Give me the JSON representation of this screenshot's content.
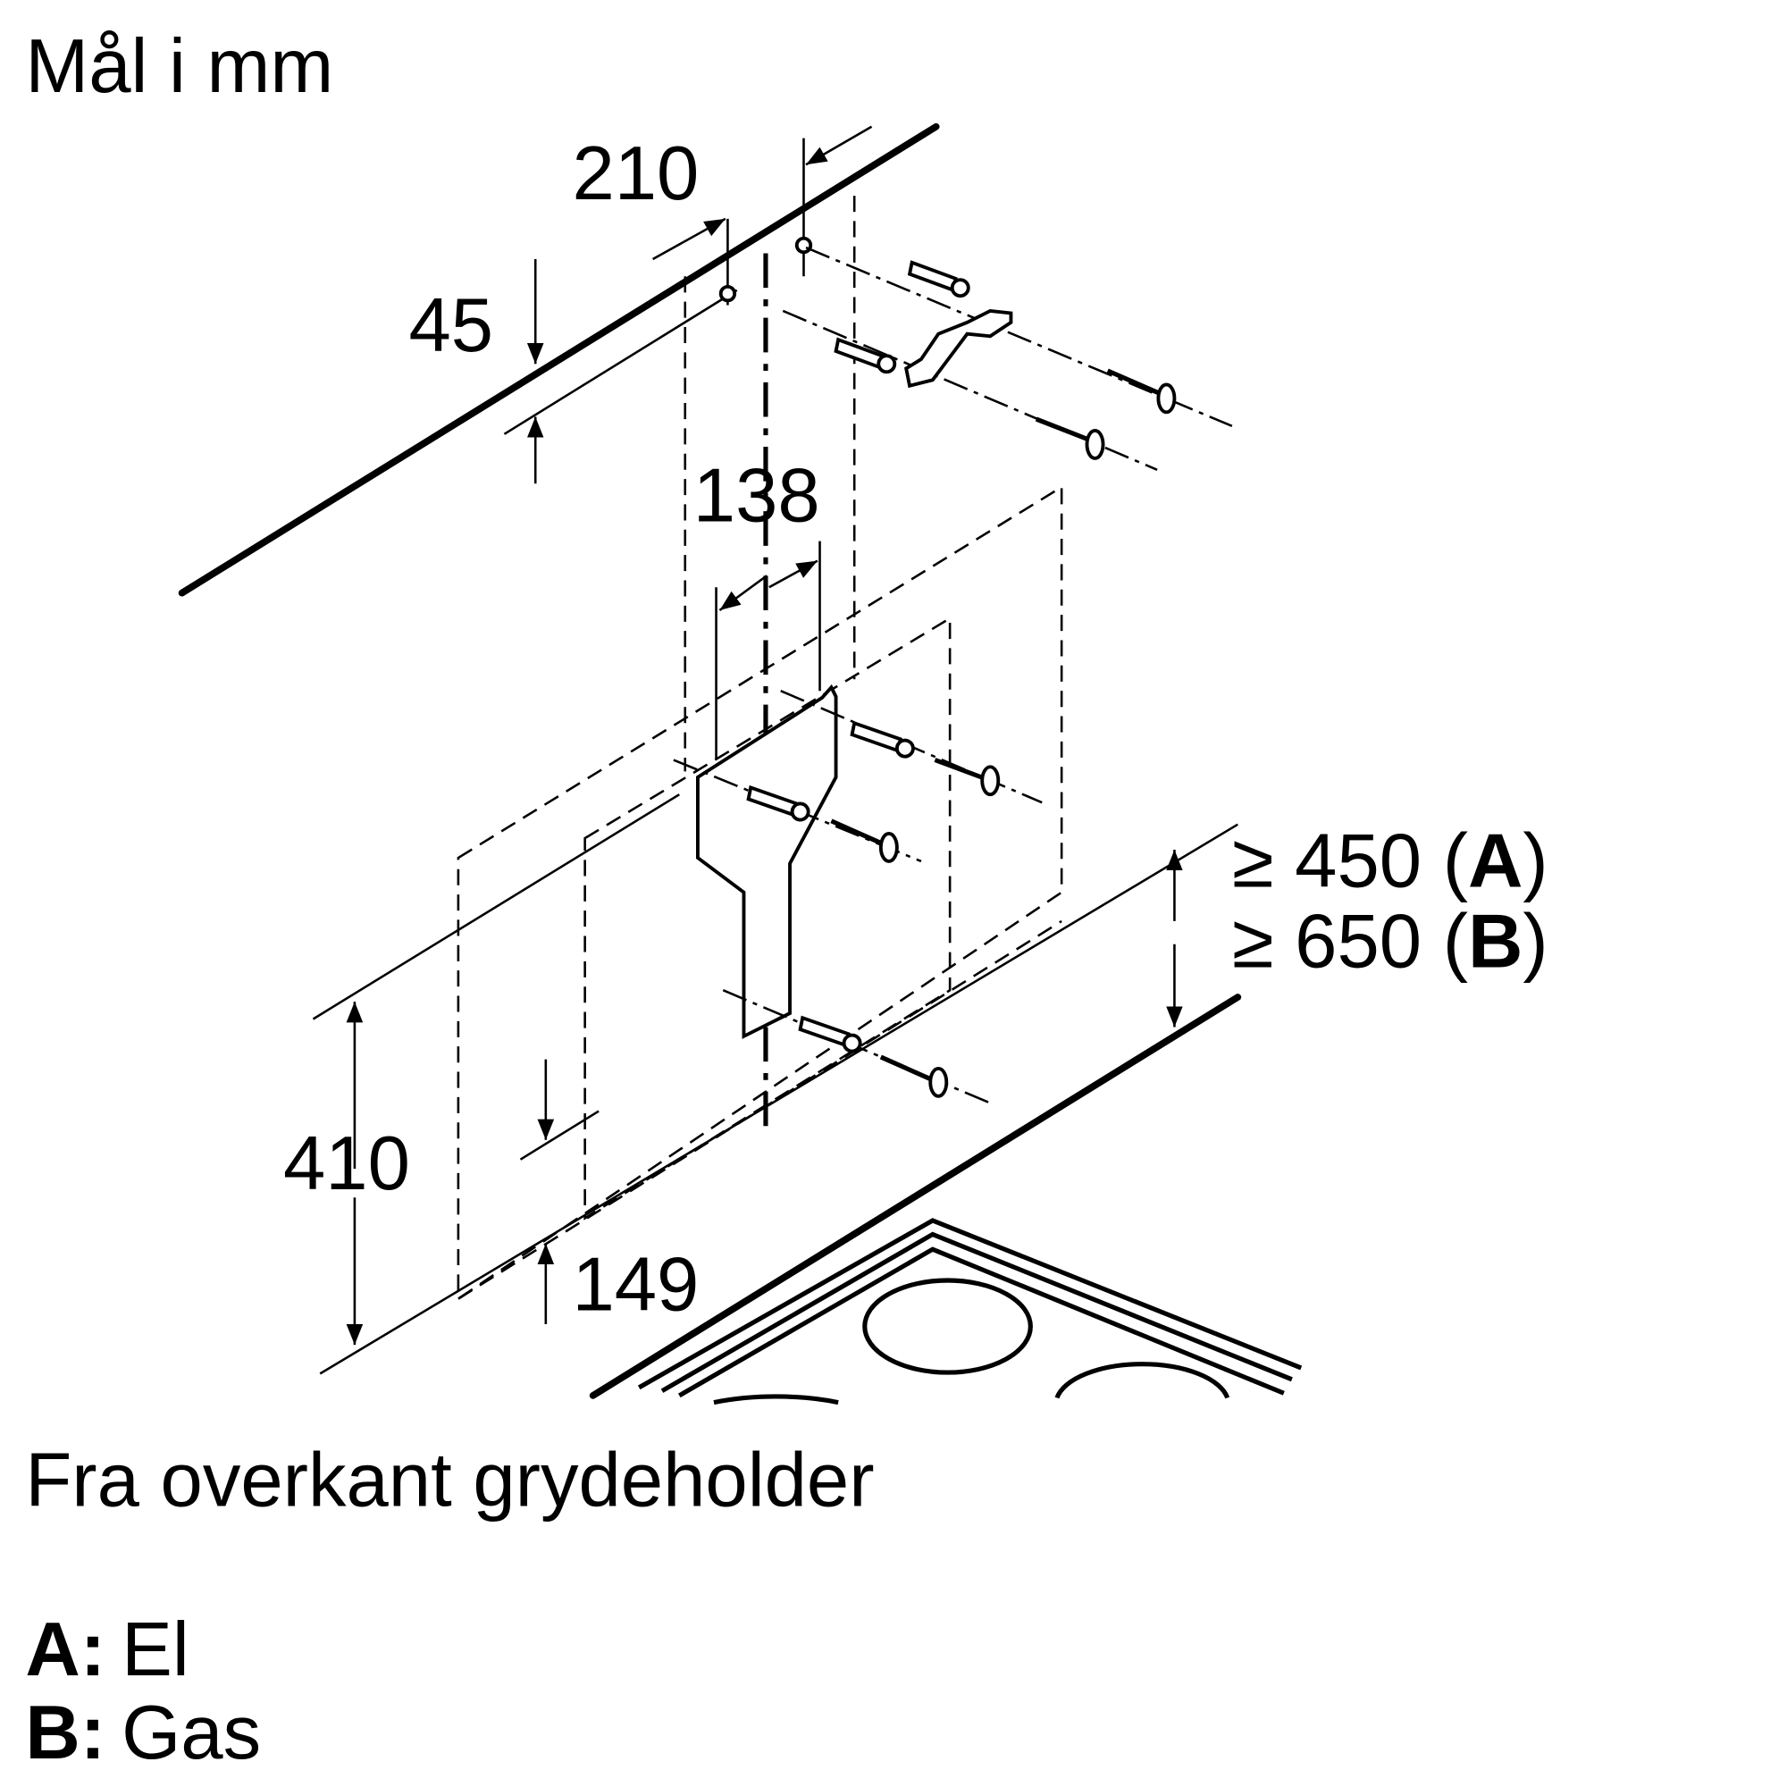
{
  "title": "Mål i mm",
  "dimensions": {
    "d210": "210",
    "d45": "45",
    "d138": "138",
    "d410": "410",
    "d149": "149",
    "min_a": "≥ 450 (",
    "min_a_letter": "A",
    "min_b": "≥ 650 (",
    "min_b_letter": "B",
    "close_paren": ")"
  },
  "caption": "Fra overkant grydeholder",
  "legend": [
    {
      "key": "A:",
      "value": "El"
    },
    {
      "key": "B:",
      "value": "Gas"
    }
  ]
}
